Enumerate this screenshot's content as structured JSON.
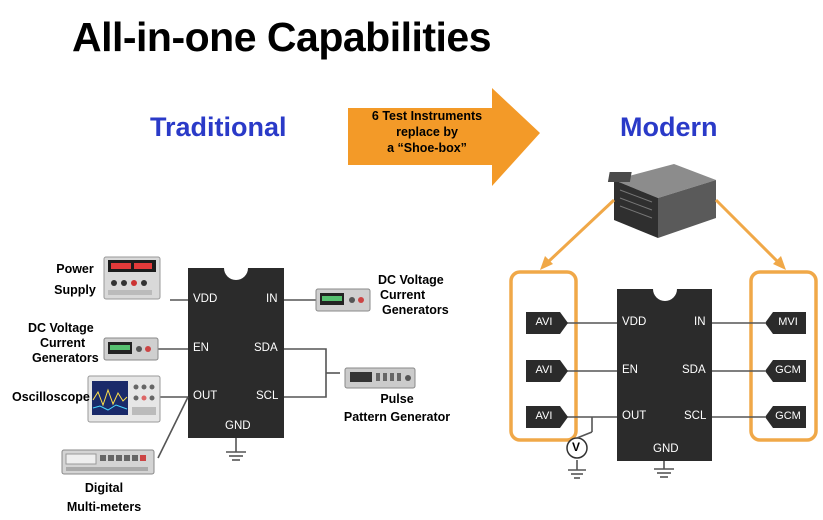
{
  "title": "All-in-one Capabilities",
  "traditional": {
    "heading": "Traditional",
    "chip_pins": {
      "vdd": "VDD",
      "en": "EN",
      "out": "OUT",
      "in": "IN",
      "sda": "SDA",
      "scl": "SCL",
      "gnd": "GND"
    },
    "instruments": {
      "power_supply": [
        "Power",
        "Supply"
      ],
      "dc_left": [
        "DC Voltage",
        "Current",
        "Generators"
      ],
      "oscilloscope": "Oscilloscope",
      "dmm": [
        "Digital",
        "Multi-meters"
      ],
      "dc_right": [
        "DC Voltage",
        "Current",
        "Generators"
      ],
      "ppg": [
        "Pulse",
        "Pattern Generator"
      ]
    }
  },
  "arrow": {
    "lines": [
      "6 Test Instruments",
      "replace by",
      "a “Shoe-box”"
    ],
    "color": "#f39a28"
  },
  "modern": {
    "heading": "Modern",
    "chip_pins": {
      "vdd": "VDD",
      "en": "EN",
      "out": "OUT",
      "in": "IN",
      "sda": "SDA",
      "scl": "SCL",
      "gnd": "GND"
    },
    "left_tags": [
      "AVI",
      "AVI",
      "AVI"
    ],
    "right_tags": [
      "MVI",
      "GCM",
      "GCM"
    ],
    "meter_symbol": "V",
    "box_color": "#f0a848"
  },
  "colors": {
    "heading": "#2a3ac8",
    "chip": "#2b2b2b",
    "orange": "#f0a848"
  }
}
